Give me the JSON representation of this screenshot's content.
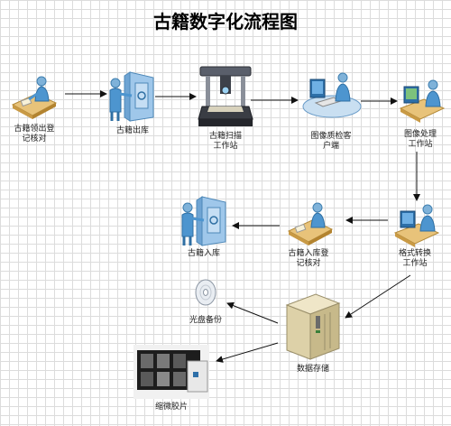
{
  "diagram": {
    "title": "古籍数字化流程图",
    "nodes": {
      "register_out": {
        "line1": "古籍领出登",
        "line2": "记核对"
      },
      "out_storage": {
        "line1": "古籍出库",
        "line2": ""
      },
      "scanning": {
        "line1": "古籍扫描",
        "line2": "工作站"
      },
      "qc_client": {
        "line1": "图像质检客",
        "line2": "户端"
      },
      "image_processing": {
        "line1": "图像处理",
        "line2": "工作站"
      },
      "format_conversion": {
        "line1": "格式转换",
        "line2": "工作站"
      },
      "register_in": {
        "line1": "古籍入库登",
        "line2": "记核对"
      },
      "in_storage": {
        "line1": "古籍入库",
        "line2": ""
      },
      "data_storage": {
        "line1": "数据存储",
        "line2": ""
      },
      "disc_backup": {
        "line1": "光盘备份",
        "line2": ""
      },
      "microfilm": {
        "line1": "缩微胶片",
        "line2": ""
      }
    }
  }
}
